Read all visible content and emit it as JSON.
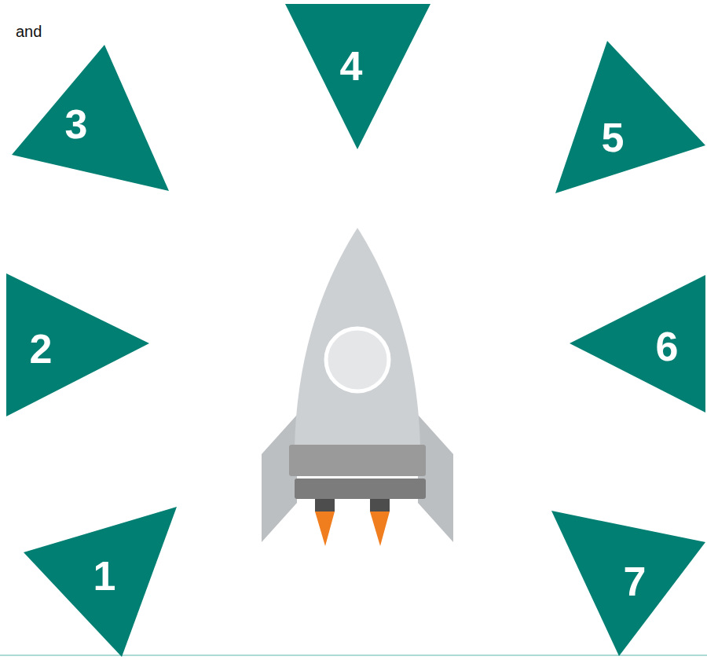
{
  "diagram": {
    "nodes": [
      {
        "text": [
          "1"
        ]
      },
      {
        "text": [
          "2"
        ]
      },
      {
        "text": [
          "3"
        ]
      },
      {
        "text": [
          "4"
        ]
      },
      {
        "text": [
          "5"
        ]
      },
      {
        "text": [
          "6"
        ]
      },
      {
        "text": [
          "7"
        ]
      }
    ],
    "labels": [
      "and"
    ]
  }
}
